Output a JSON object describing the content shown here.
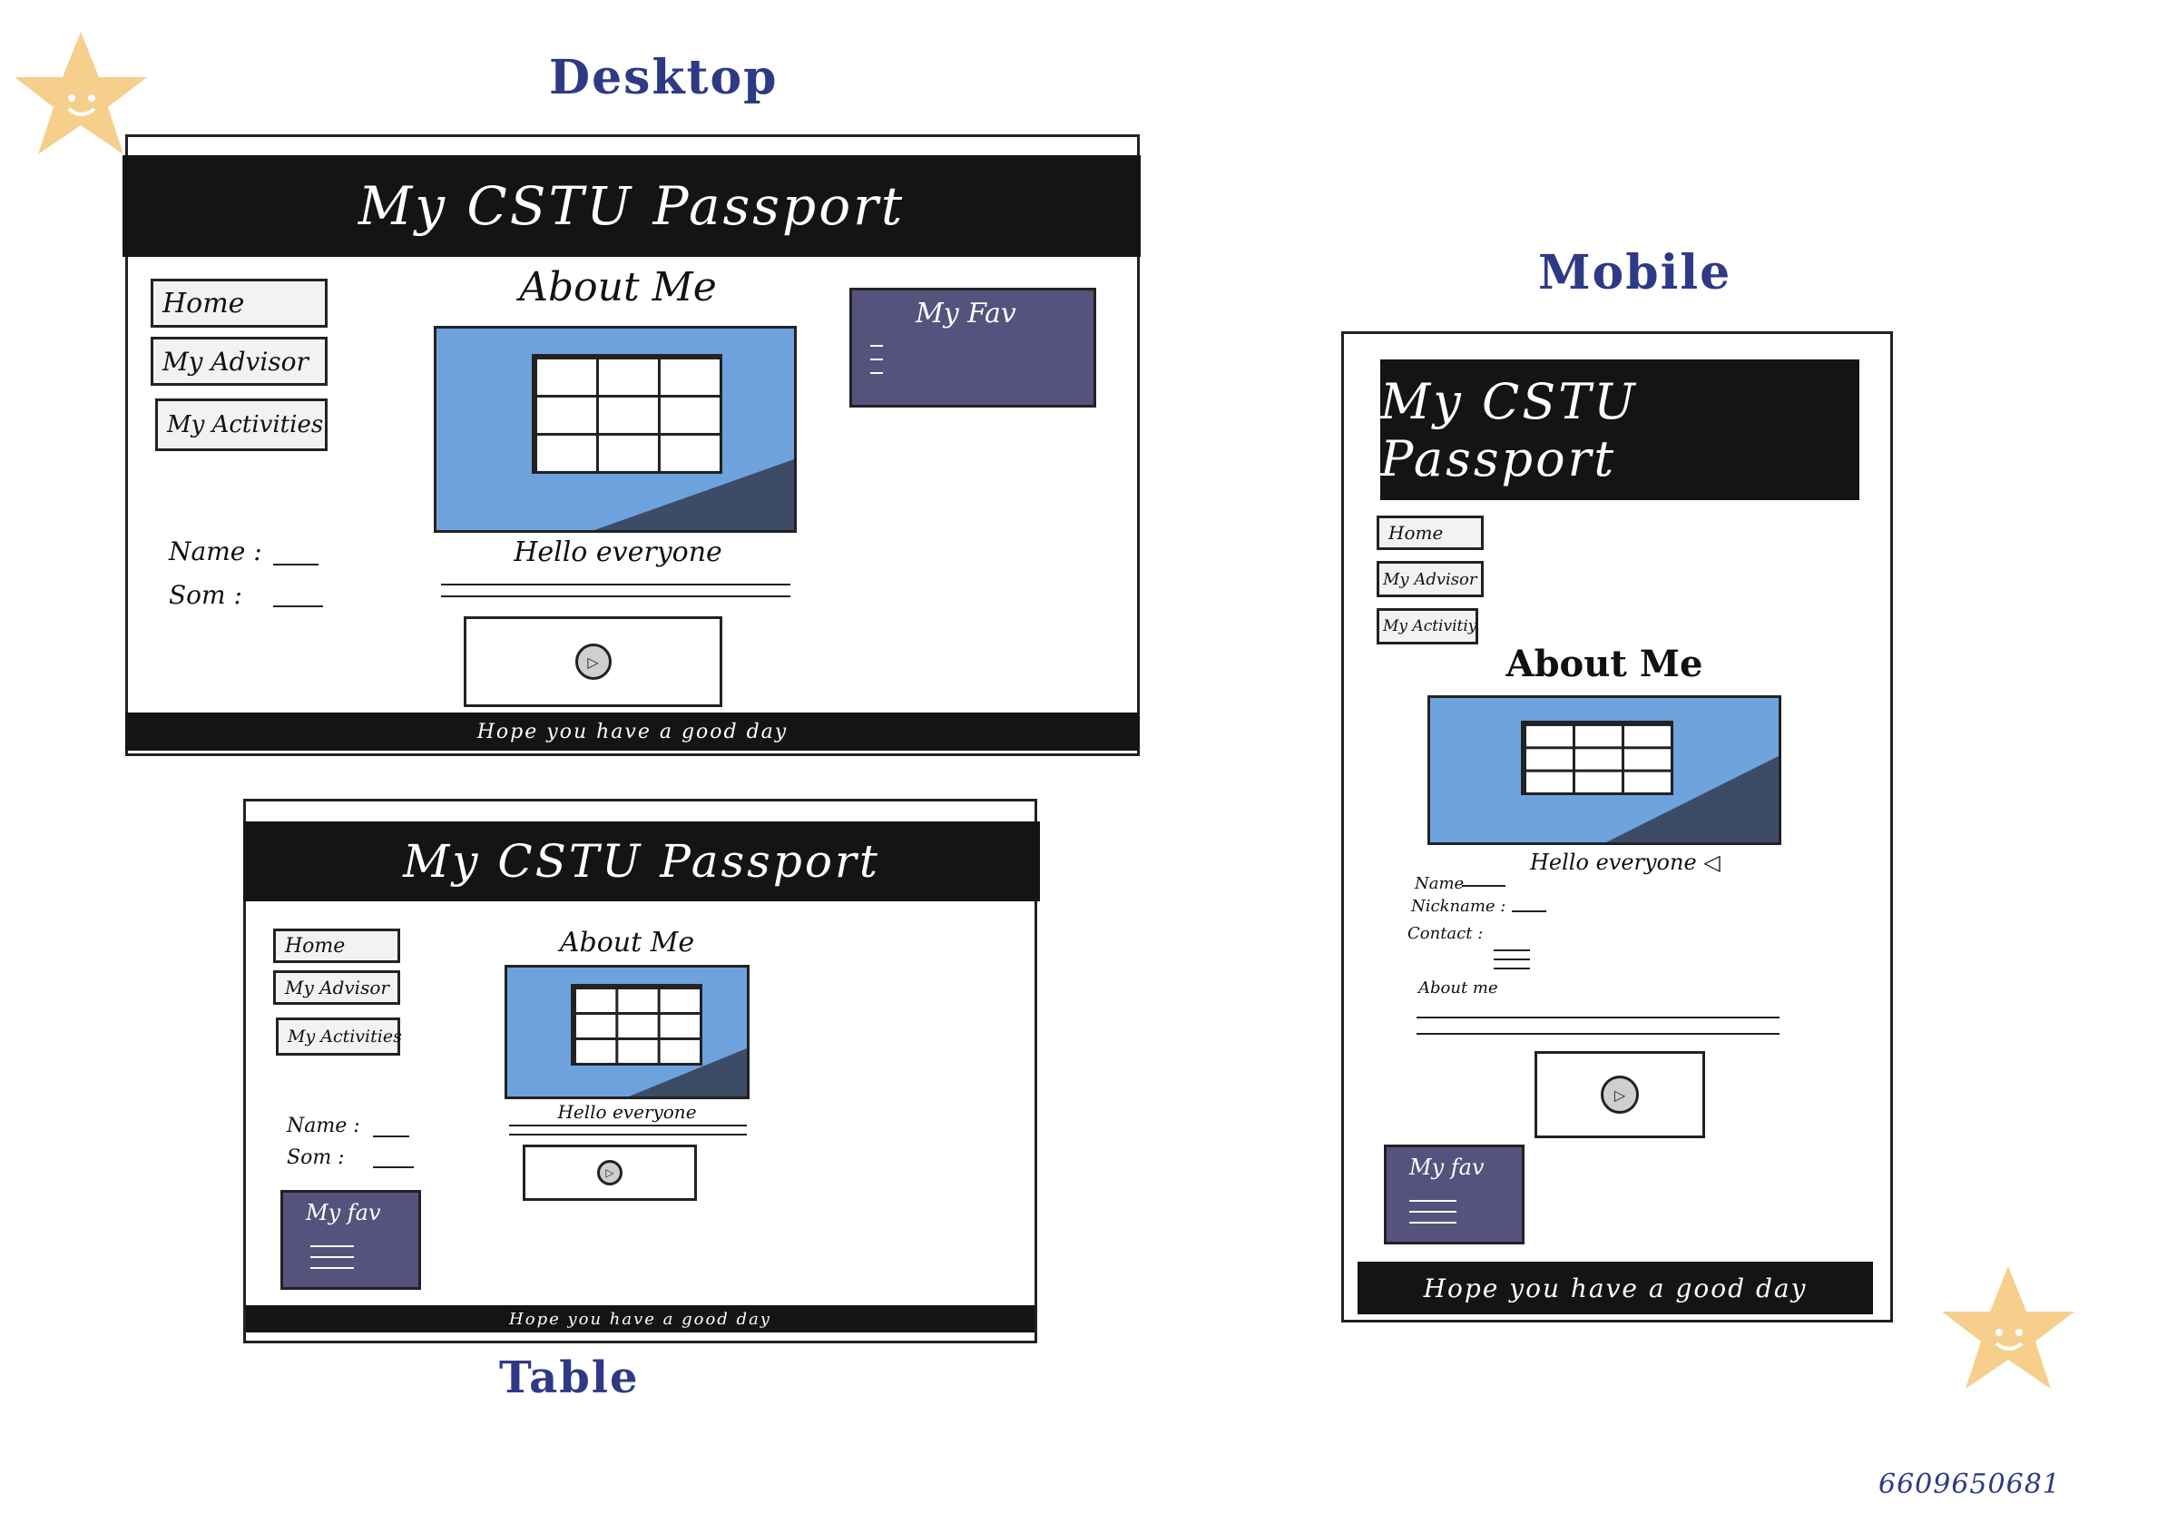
{
  "captions": {
    "desktop": "Desktop",
    "mobile": "Mobile",
    "tablet": "Table"
  },
  "desktop": {
    "title": "My  CSTU  Passport",
    "nav": [
      "Home",
      "My Advisor",
      "My Activities"
    ],
    "about_heading": "About Me",
    "fav_title": "My Fav",
    "name_label": "Name :",
    "som_label": "Som  :",
    "hello": "Hello everyone",
    "footer": "Hope  you  have  a  good  day"
  },
  "tablet": {
    "title": "My  CSTU  Passport",
    "nav": [
      "Home",
      "My Advisor",
      "My Activities"
    ],
    "about_heading": "About Me",
    "fav_title": "My fav",
    "name_label": "Name :",
    "som_label": "Som  :",
    "hello": "Hello everyone",
    "footer": "Hope you have a good day"
  },
  "mobile": {
    "title": "My  CSTU  Passport",
    "nav": [
      "Home",
      "My Advisor",
      "My Activitiy"
    ],
    "about_heading": "About Me",
    "hello": "Hello  everyone  ◁",
    "name_label": "Name",
    "nickname_label": "Nickname :",
    "contact_label": "Contact :",
    "about_label": "About me",
    "fav_title": "My fav",
    "footer": "Hope  you  have  a  good  day"
  },
  "signature": "6609650681",
  "colors": {
    "caption": "#2f3a86",
    "banner": "#141414",
    "picture_blue": "#6ea2dc",
    "fav_purple": "#55527e",
    "star": "#f6cf8d"
  }
}
